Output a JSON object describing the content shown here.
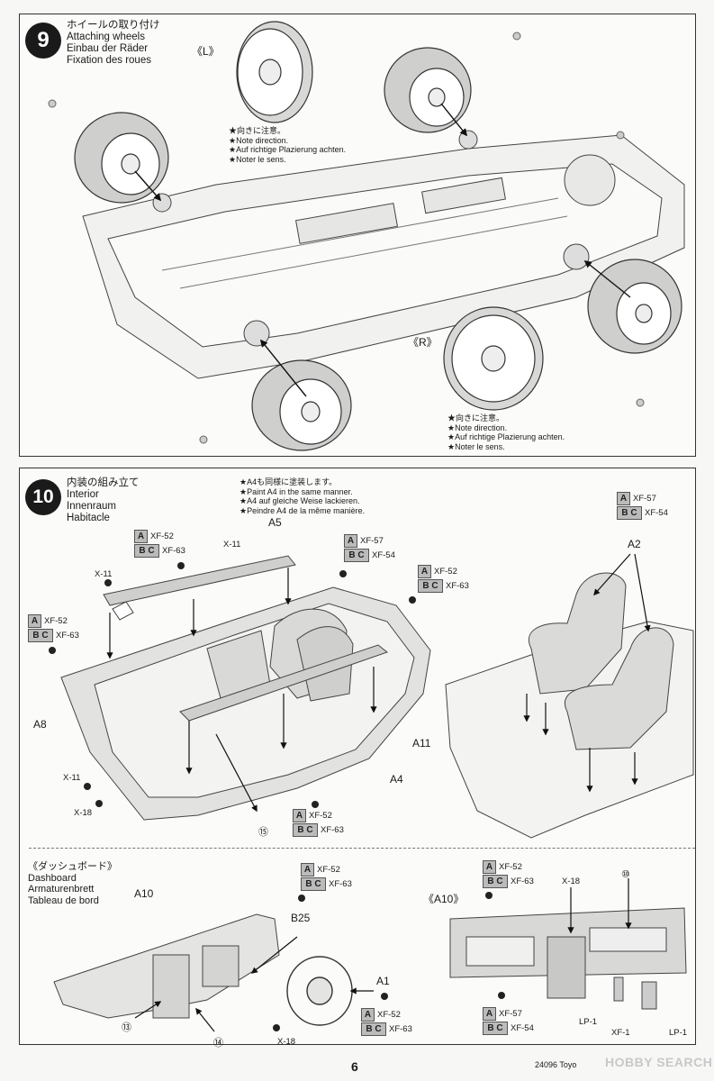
{
  "step9": {
    "number": "9",
    "title_ja": "ホイールの取り付け",
    "title_en": "Attaching wheels",
    "title_de": "Einbau der Räder",
    "title_fr": "Fixation des roues",
    "label_left": "《L》",
    "label_right": "《R》",
    "note_top": [
      "★向きに注意。",
      "★Note direction.",
      "★Auf richtige Plazierung achten.",
      "★Noter le sens."
    ],
    "note_bottom": [
      "★向きに注意。",
      "★Note direction.",
      "★Auf richtige Plazierung achten.",
      "★Noter le sens."
    ]
  },
  "step10": {
    "number": "10",
    "title_ja": "内装の組み立て",
    "title_en": "Interior",
    "title_de": "Innenraum",
    "title_fr": "Habitacle",
    "note": [
      "★A4も同様に塗装します。",
      "★Paint A4 in the same manner.",
      "★A4 auf gleiche Weise lackieren.",
      "★Peindre A4 de la même manière."
    ],
    "parts": {
      "a5": "A5",
      "a8": "A8",
      "a11": "A11",
      "a4": "A4",
      "a2": "A2",
      "x11_a": "X-11",
      "x11_b": "X-11",
      "x11_c": "X-11",
      "x18": "X-18",
      "ref15": "⑮"
    },
    "paint_a5": [
      {
        "chip": "A",
        "code": "XF-52"
      },
      {
        "chip": "B C",
        "code": "XF-63"
      }
    ],
    "paint_tub_top": [
      {
        "chip": "A",
        "code": "XF-57"
      },
      {
        "chip": "B C",
        "code": "XF-54"
      }
    ],
    "paint_right": [
      {
        "chip": "A",
        "code": "XF-52"
      },
      {
        "chip": "B C",
        "code": "XF-63"
      }
    ],
    "paint_left": [
      {
        "chip": "A",
        "code": "XF-52"
      },
      {
        "chip": "B C",
        "code": "XF-63"
      }
    ],
    "paint_bottom": [
      {
        "chip": "A",
        "code": "XF-52"
      },
      {
        "chip": "B C",
        "code": "XF-63"
      }
    ],
    "paint_seat": [
      {
        "chip": "A",
        "code": "XF-57"
      },
      {
        "chip": "B C",
        "code": "XF-54"
      }
    ]
  },
  "dashboard": {
    "title_ja": "《ダッシュボード》",
    "title_en": "Dashboard",
    "title_de": "Armaturenbrett",
    "title_fr": "Tableau de bord",
    "label_a10": "A10",
    "label_a10_view": "《A10》",
    "label_b25": "B25",
    "label_a1": "A1",
    "label_x18_a": "X-18",
    "label_x18_b": "X-18",
    "ref13": "⑬",
    "ref14": "⑭",
    "ref10": "⑩",
    "lp1_a": "LP-1",
    "lp1_b": "LP-1",
    "xf1": "XF-1",
    "paint_b25": [
      {
        "chip": "A",
        "code": "XF-52"
      },
      {
        "chip": "B C",
        "code": "XF-63"
      }
    ],
    "paint_a1": [
      {
        "chip": "A",
        "code": "XF-52"
      },
      {
        "chip": "B C",
        "code": "XF-63"
      }
    ],
    "paint_a10_top": [
      {
        "chip": "A",
        "code": "XF-52"
      },
      {
        "chip": "B C",
        "code": "XF-63"
      }
    ],
    "paint_a10_bottom": [
      {
        "chip": "A",
        "code": "XF-57"
      },
      {
        "chip": "B C",
        "code": "XF-54"
      }
    ]
  },
  "footer": {
    "page": "6",
    "code": "24096 Toyo",
    "watermark": "HOBBY SEARCH"
  }
}
